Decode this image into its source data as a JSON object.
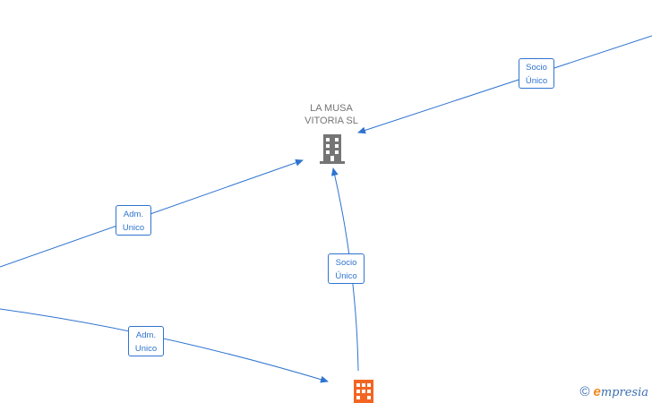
{
  "main_company": {
    "name": "LA MUSA\nVITORIA  SL",
    "icon": "building-icon",
    "icon_color": "#757575"
  },
  "related_company": {
    "icon": "building-icon",
    "icon_color": "#f26522"
  },
  "edges": [
    {
      "id": "top-right",
      "label": "Socio\nÚnico"
    },
    {
      "id": "left-upper",
      "label": "Adm.\nUnico"
    },
    {
      "id": "left-lower",
      "label": "Adm.\nUnico"
    },
    {
      "id": "bottom-center",
      "label": "Socio\nÚnico"
    }
  ],
  "colors": {
    "edge": "#2f74d0",
    "brand_orange": "#f08a1c"
  },
  "watermark": {
    "symbol": "©",
    "brand_initial": "e",
    "brand_rest": "mpresia"
  }
}
